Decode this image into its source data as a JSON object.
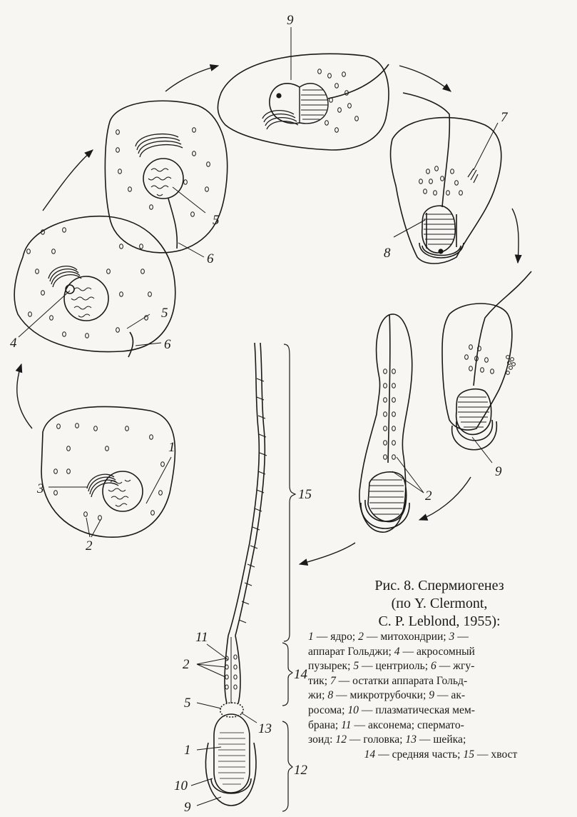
{
  "figure": {
    "caption_lines": [
      "Рис. 8. Спермиогенез",
      "(по Y. Clermont,",
      "C. P. Leblond, 1955):"
    ],
    "legend_lines": [
      [
        [
          "1",
          " — ядро; "
        ],
        [
          "2",
          " — митохондрии; "
        ],
        [
          "3",
          " —"
        ]
      ],
      [
        [
          "",
          "аппарат Гольджи; "
        ],
        [
          "4",
          " — акросомный"
        ]
      ],
      [
        [
          "",
          "пузырек; "
        ],
        [
          "5",
          " — центриоль; "
        ],
        [
          "6",
          " — жгу-"
        ]
      ],
      [
        [
          "",
          "тик; "
        ],
        [
          "7",
          " — остатки аппарата Гольд-"
        ]
      ],
      [
        [
          "",
          "жи; "
        ],
        [
          "8",
          " — микротрубочки; "
        ],
        [
          "9",
          " — ак-"
        ]
      ],
      [
        [
          "",
          "росома; "
        ],
        [
          "10",
          " — плазматическая мем-"
        ]
      ],
      [
        [
          "",
          "брана; "
        ],
        [
          "11",
          " — аксонема; сперматo-"
        ]
      ],
      [
        [
          "",
          "зоид: "
        ],
        [
          "12",
          " — головка; "
        ],
        [
          "13",
          " — шейка;"
        ]
      ],
      [
        [
          "14",
          " — средняя часть; "
        ],
        [
          "15",
          " — хвост"
        ]
      ]
    ]
  },
  "labels": {
    "n1a": "1",
    "n2a": "2",
    "n3a": "3",
    "n4": "4",
    "n5a": "5",
    "n6a": "6",
    "n5b": "5",
    "n6b": "6",
    "n9a": "9",
    "n7": "7",
    "n8": "8",
    "n9b": "9",
    "n2b": "2",
    "n15": "15",
    "n14": "14",
    "n12": "12",
    "n11": "11",
    "n2c": "2",
    "n5c": "5",
    "n13": "13",
    "n1b": "1",
    "n10": "10",
    "n9c": "9"
  },
  "colors": {
    "ink": "#1a1a1a",
    "paper": "#f7f6f2"
  }
}
